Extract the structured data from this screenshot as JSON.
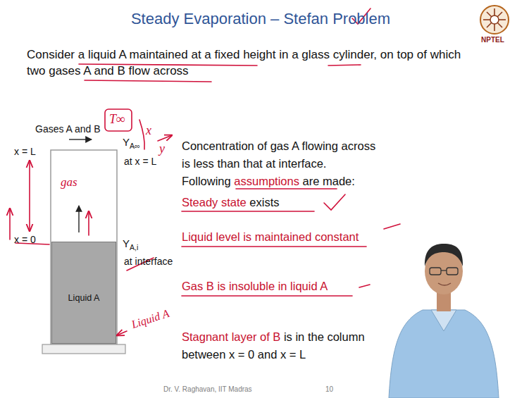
{
  "diagram": {
    "title": "Steady Evaporation – Stefan Problem",
    "nodes": [
      {
        "text": [
          "Liquid A"
        ]
      }
    ],
    "labels": [
      "NPTEL",
      "Consider a liquid A maintained at a fixed height in a glass cylinder, on top of which two gases A and B flow across",
      "Gases A and B",
      "x = L",
      "x = 0",
      "Y",
      "A∞",
      "at x = L",
      "Y",
      "A,i",
      "at interface",
      "Concentration of gas A flowing across is less than that at interface.",
      "Following",
      "assumptions",
      "are made:",
      "Steady state",
      "exists",
      "Liquid level is maintained constant",
      "Gas B is insoluble in liquid A",
      "Stagnant layer of B",
      "is in the column between x = 0 and x = L",
      "Dr. V. Raghavan, IIT Madras",
      "10",
      "T∞",
      "x",
      "y",
      "gas",
      "Liquid A"
    ]
  }
}
